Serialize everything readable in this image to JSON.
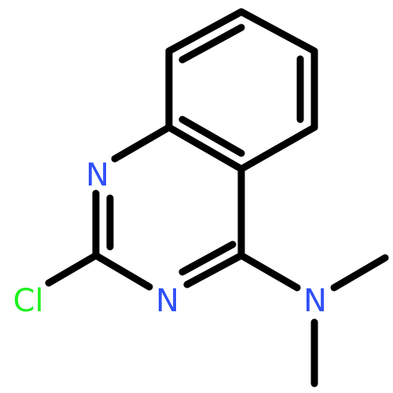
{
  "molecule": {
    "atoms": {
      "n1": {
        "symbol": "N",
        "color": "#3050F8"
      },
      "n3": {
        "symbol": "N",
        "color": "#3050F8"
      },
      "n_amine": {
        "symbol": "N",
        "color": "#3050F8"
      },
      "cl": {
        "symbol": "Cl",
        "color": "#1FF01F"
      }
    },
    "bond_color": "#000000"
  }
}
